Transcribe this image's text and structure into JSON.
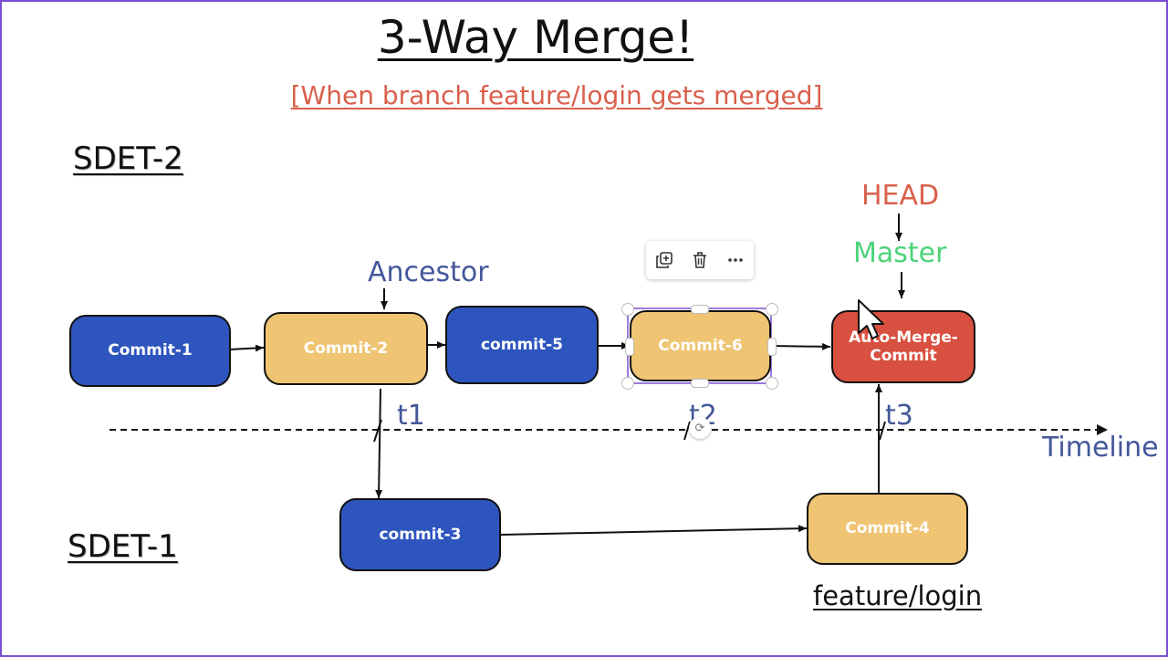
{
  "title": "3-Way Merge!",
  "subtitle": "[When branch feature/login gets merged]",
  "lanes": {
    "top": "SDET-2",
    "bottom": "SDET-1"
  },
  "labels": {
    "ancestor": "Ancestor",
    "head": "HEAD",
    "master": "Master",
    "timeline": "Timeline",
    "feature_branch": "feature/login",
    "t1": "t1",
    "t2": "t2",
    "t3": "t3"
  },
  "nodes": {
    "commit1": "Commit-1",
    "commit2": "Commit-2",
    "commit5": "commit-5",
    "commit6": "Commit-6",
    "merge_line1": "Auto-Merge-",
    "merge_line2": "Commit",
    "commit3": "commit-3",
    "commit4": "Commit-4"
  },
  "toolbar": {
    "icons": [
      "duplicate-icon",
      "trash-icon",
      "more-icon"
    ]
  },
  "colors": {
    "blue_node": "#2e55be",
    "yellow_node": "#efc473",
    "red_node": "#d8503f",
    "subtitle": "#d9604c",
    "label_blue": "#44579a",
    "head_red": "#d9604c",
    "master_green": "#4cd37a",
    "selection": "#7a4fd1"
  }
}
